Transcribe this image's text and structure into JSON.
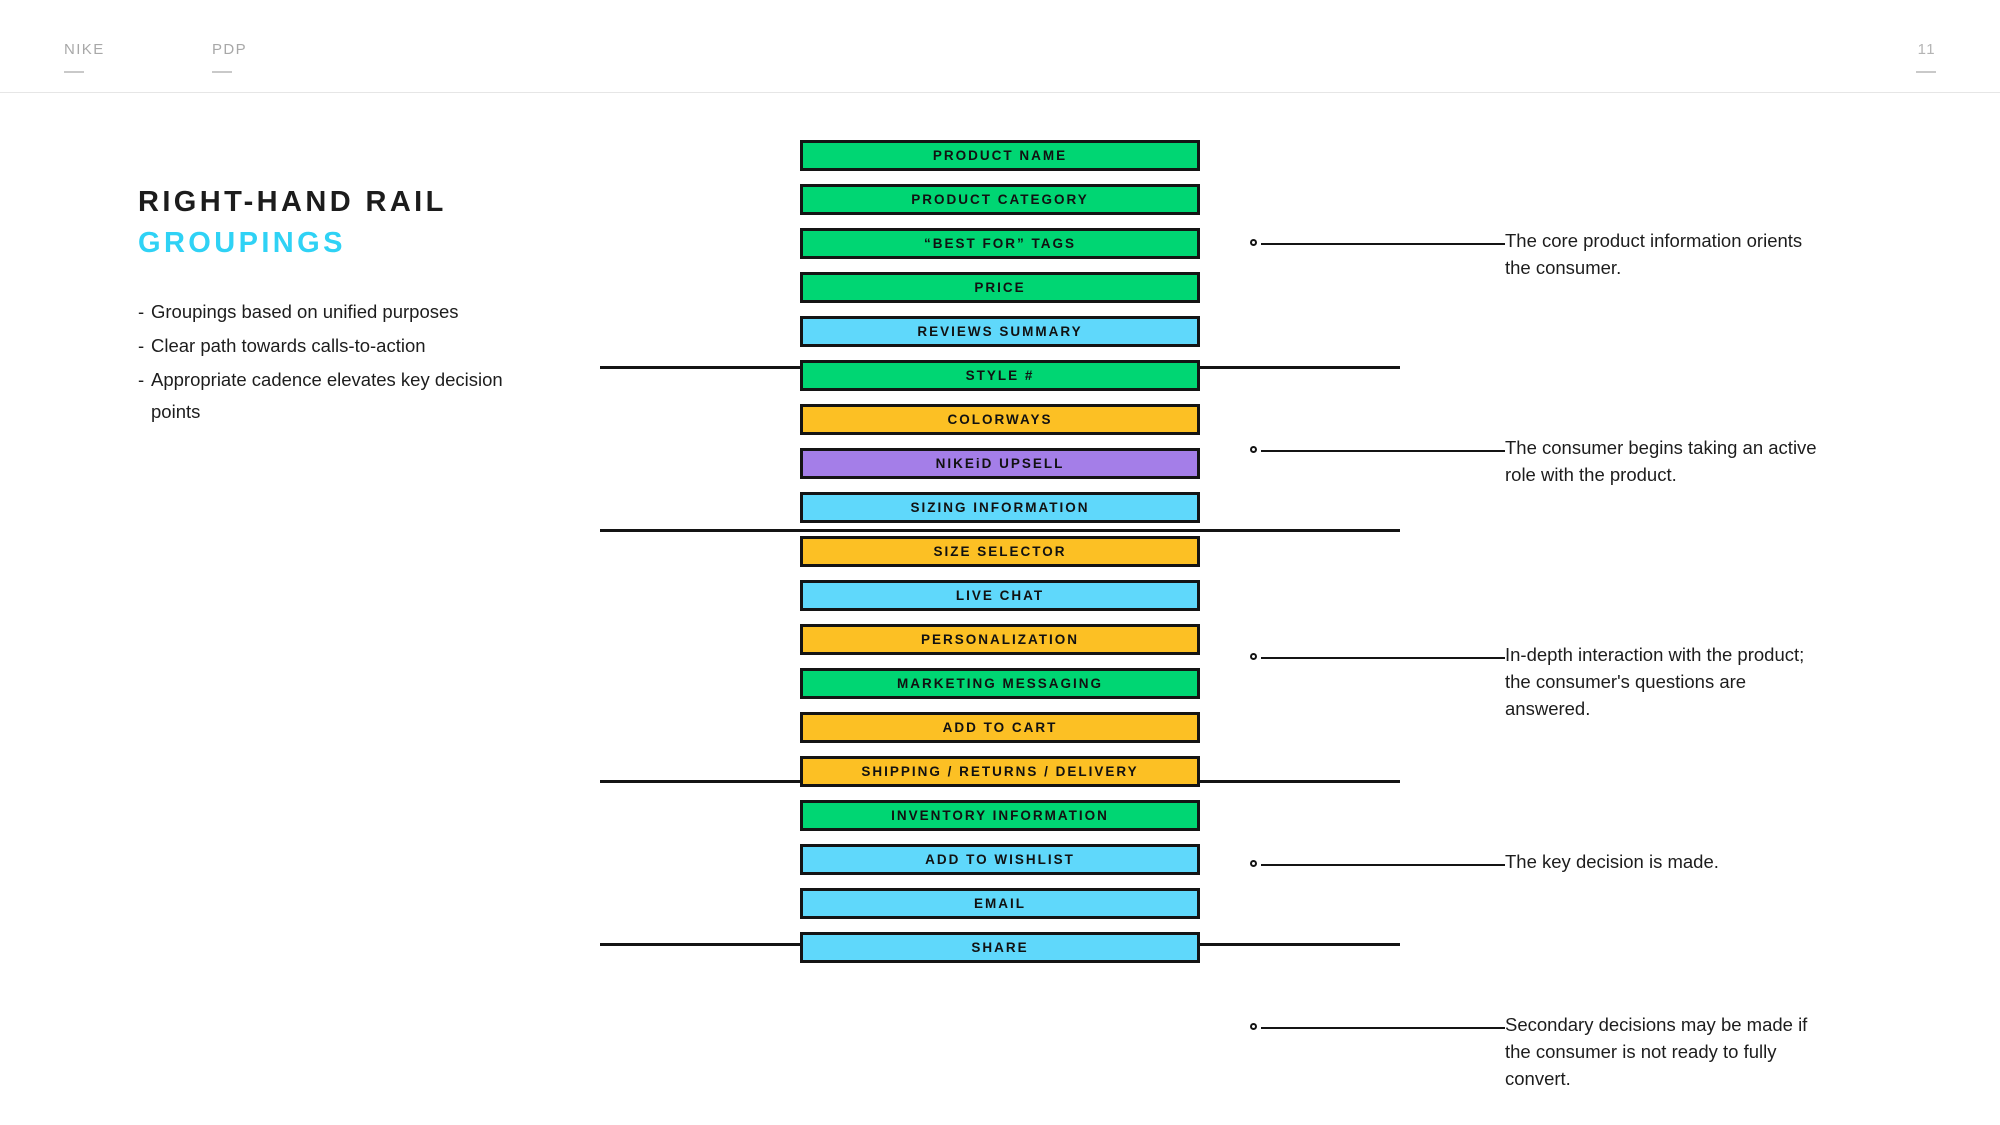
{
  "header": {
    "brand": "NIKE",
    "section": "PDP",
    "page_number": "11"
  },
  "title": {
    "line1": "RIGHT-HAND RAIL",
    "line2": "GROUPINGS",
    "accent_color": "#2fd2f5"
  },
  "bullets": [
    {
      "dash": "-",
      "text": "Groupings based on unified purposes"
    },
    {
      "dash": "-",
      "text": "Clear path towards calls-to-action"
    },
    {
      "dash": "-",
      "text": "Appropriate cadence elevates key decision points"
    }
  ],
  "palette": {
    "green": "#00d673",
    "cyan": "#5fd8fb",
    "yellow": "#fcc024",
    "purple": "#a47ee8",
    "outline": "#141414"
  },
  "groups": [
    {
      "id": "group-core-info",
      "bars": [
        {
          "label": "PRODUCT NAME",
          "color": "#00d673"
        },
        {
          "label": "PRODUCT CATEGORY",
          "color": "#00d673"
        },
        {
          "label": "“BEST FOR” TAGS",
          "color": "#00d673"
        },
        {
          "label": "PRICE",
          "color": "#00d673"
        },
        {
          "label": "REVIEWS SUMMARY",
          "color": "#5fd8fb"
        }
      ],
      "callout": {
        "text": "The core product information orients the consumer.",
        "anchor_bar_index": 2
      }
    },
    {
      "id": "group-active-role",
      "bars": [
        {
          "label": "STYLE #",
          "color": "#00d673"
        },
        {
          "label": "COLORWAYS",
          "color": "#fcc024"
        },
        {
          "label": "NIKEiD UPSELL",
          "color": "#a47ee8"
        }
      ],
      "callout": {
        "text": "The consumer begins taking an active role with the product.",
        "anchor_bar_index": 1
      }
    },
    {
      "id": "group-in-depth",
      "bars": [
        {
          "label": "SIZING INFORMATION",
          "color": "#5fd8fb"
        },
        {
          "label": "SIZE SELECTOR",
          "color": "#fcc024"
        },
        {
          "label": "LIVE CHAT",
          "color": "#5fd8fb"
        },
        {
          "label": "PERSONALIZATION",
          "color": "#fcc024"
        },
        {
          "label": "MARKETING MESSAGING",
          "color": "#00d673"
        }
      ],
      "callout": {
        "text": "In-depth interaction with the product; the consumer's questions are answered.",
        "anchor_bar_index": 2
      }
    },
    {
      "id": "group-key-decision",
      "bars": [
        {
          "label": "ADD TO CART",
          "color": "#fcc024"
        },
        {
          "label": "SHIPPING / RETURNS / DELIVERY",
          "color": "#fcc024"
        },
        {
          "label": "INVENTORY INFORMATION",
          "color": "#00d673"
        }
      ],
      "callout": {
        "text": "The key decision is made.",
        "anchor_bar_index": 1
      }
    },
    {
      "id": "group-secondary",
      "bars": [
        {
          "label": "ADD TO WISHLIST",
          "color": "#5fd8fb"
        },
        {
          "label": "EMAIL",
          "color": "#5fd8fb"
        },
        {
          "label": "SHARE",
          "color": "#5fd8fb"
        }
      ],
      "callout": {
        "text": "Secondary decisions may be made if the consumer is not ready to fully convert.",
        "anchor_bar_index": 1
      }
    }
  ]
}
